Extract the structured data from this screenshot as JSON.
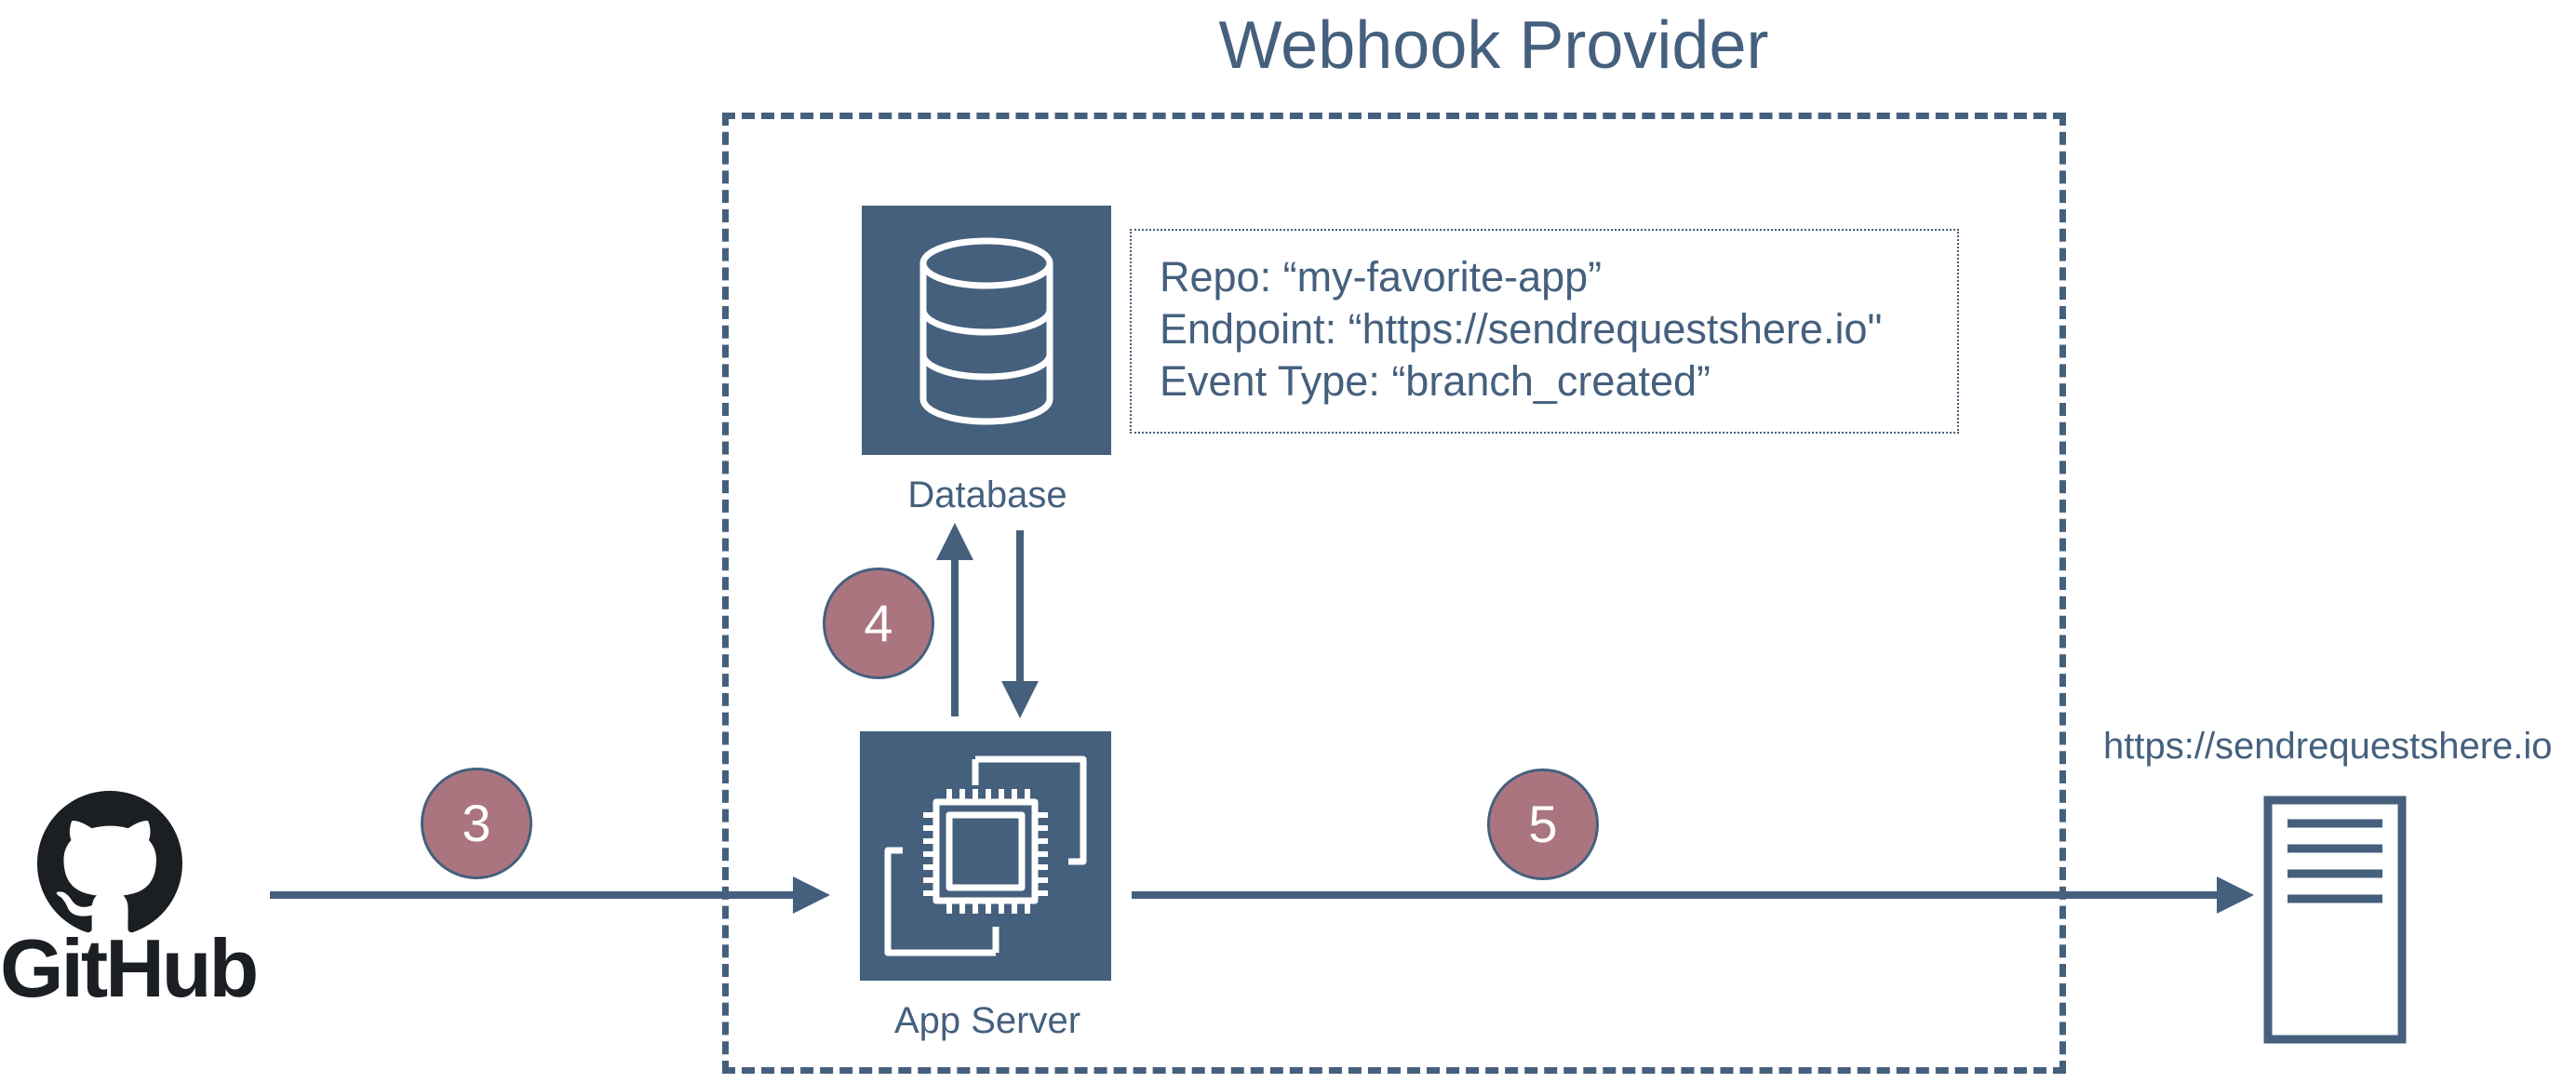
{
  "diagram": {
    "title": "Webhook Provider",
    "database_label": "Database",
    "app_server_label": "App Server",
    "info_box": {
      "lines": [
        "Repo: “my-favorite-app”",
        "Endpoint: “https://sendrequestshere.io\"",
        "Event Type: “branch_created”"
      ]
    },
    "steps": [
      "3",
      "4",
      "5"
    ],
    "source_label": "GitHub",
    "endpoint_label": "https://sendrequestshere.io",
    "icons": {
      "database": "database-icon",
      "app_server": "chip-icon",
      "source": "github-icon",
      "endpoint": "document-server-icon"
    },
    "colors": {
      "primary": "#45607d",
      "step_fill": "#ab7580",
      "logo": "#1b1f23"
    }
  }
}
